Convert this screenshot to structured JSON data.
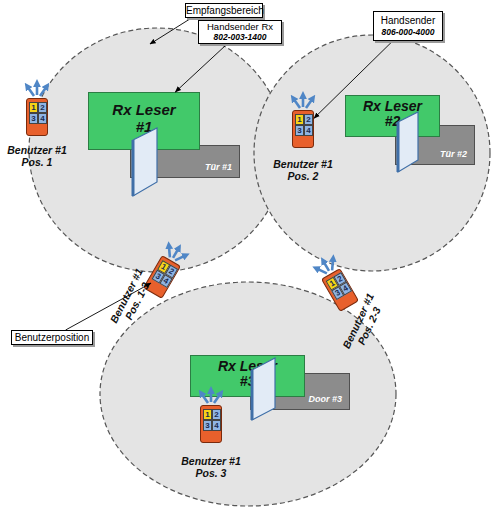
{
  "diagram": {
    "nodes": [
      {
        "text": [
          "Empfangsbereich"
        ]
      },
      {
        "text": [
          "Handsender Rx",
          "802-003-1400"
        ]
      },
      {
        "text": [
          "Handsender",
          "806-000-4000"
        ]
      },
      {
        "text": [
          "1",
          "2",
          "3",
          "4",
          "Benutzer #1 Pos. 1"
        ]
      },
      {
        "text": [
          "Rx Leser #1"
        ]
      },
      {
        "text": [
          "Tür #1"
        ]
      },
      {
        "text": [
          "1",
          "2",
          "3",
          "4",
          "Benutzer #1 Pos. 2"
        ]
      },
      {
        "text": [
          "Rx Leser #2"
        ]
      },
      {
        "text": [
          "Tür #2"
        ]
      },
      {
        "text": [
          "1",
          "2",
          "3",
          "4",
          "Benutzer #1 Pos. 1-3"
        ]
      },
      {
        "text": [
          "Benutzerposition"
        ]
      },
      {
        "text": [
          "1",
          "2",
          "3",
          "4",
          "Benutzer #1 Pos. 2-3"
        ]
      },
      {
        "text": [
          "Rx Leser #3"
        ]
      },
      {
        "text": [
          "Door #3"
        ]
      },
      {
        "text": [
          "1",
          "2",
          "3",
          "4",
          "Benutzer #1 Pos. 3"
        ]
      }
    ],
    "edges": [
      {
        "from": 1,
        "to": 4,
        "arrow": "to"
      },
      {
        "from": 2,
        "to": 6,
        "arrow": "to"
      },
      {
        "from": 10,
        "to": 9,
        "arrow": "to"
      }
    ]
  }
}
